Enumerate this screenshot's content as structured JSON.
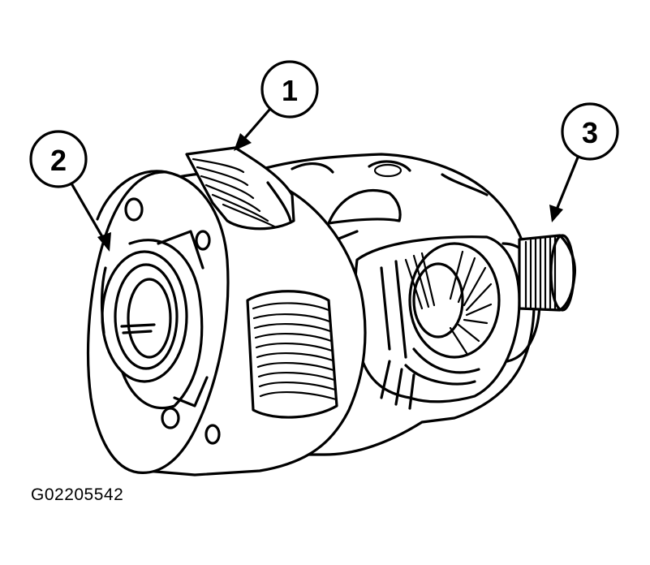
{
  "figure_id": "G02205542",
  "callouts": [
    {
      "id": "1",
      "label": "1"
    },
    {
      "id": "2",
      "label": "2"
    },
    {
      "id": "3",
      "label": "3"
    }
  ]
}
